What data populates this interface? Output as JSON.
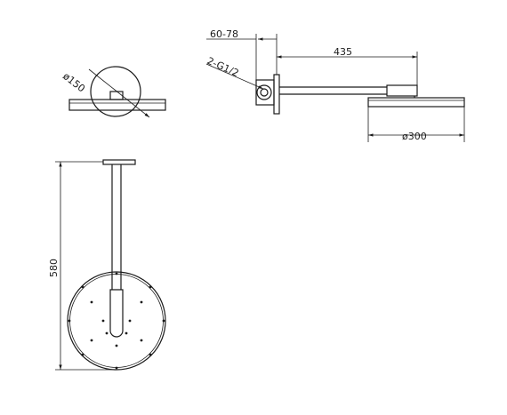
{
  "dimensions": {
    "inlet_depth": "60-78",
    "arm_length": "435",
    "thread": "2-G1/2",
    "flange_diameter": "ø150",
    "head_diameter": "ø300",
    "drop_length": "580"
  },
  "colors": {
    "line": "#1a1a1a",
    "background": "#ffffff"
  }
}
